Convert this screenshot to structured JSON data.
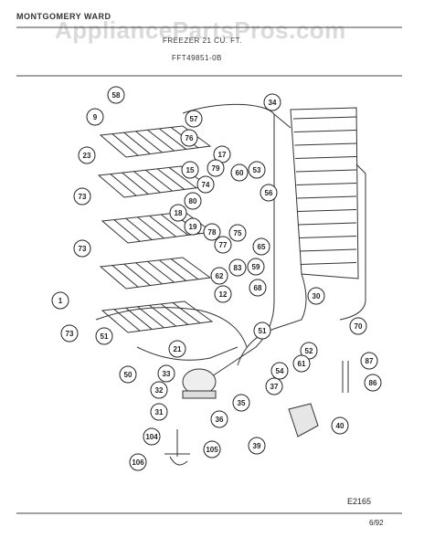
{
  "header": {
    "brand": "MONTGOMERY WARD",
    "title": "FREEZER 21 CU. FT.",
    "model": "FFT49851-0B"
  },
  "watermark": "AppliancePartsPros.com",
  "footer": {
    "diagram_code": "E2165",
    "date": "6/92"
  },
  "callouts": [
    "58",
    "57",
    "34",
    "9",
    "76",
    "17",
    "23",
    "15",
    "79",
    "60",
    "53",
    "56",
    "73",
    "74",
    "80",
    "18",
    "19",
    "78",
    "75",
    "77",
    "73",
    "83",
    "65",
    "59",
    "62",
    "68",
    "1",
    "12",
    "30",
    "51",
    "73",
    "51",
    "21",
    "70",
    "52",
    "54",
    "61",
    "50",
    "33",
    "32",
    "37",
    "35",
    "87",
    "86",
    "31",
    "36",
    "40",
    "39",
    "104",
    "105",
    "106"
  ]
}
